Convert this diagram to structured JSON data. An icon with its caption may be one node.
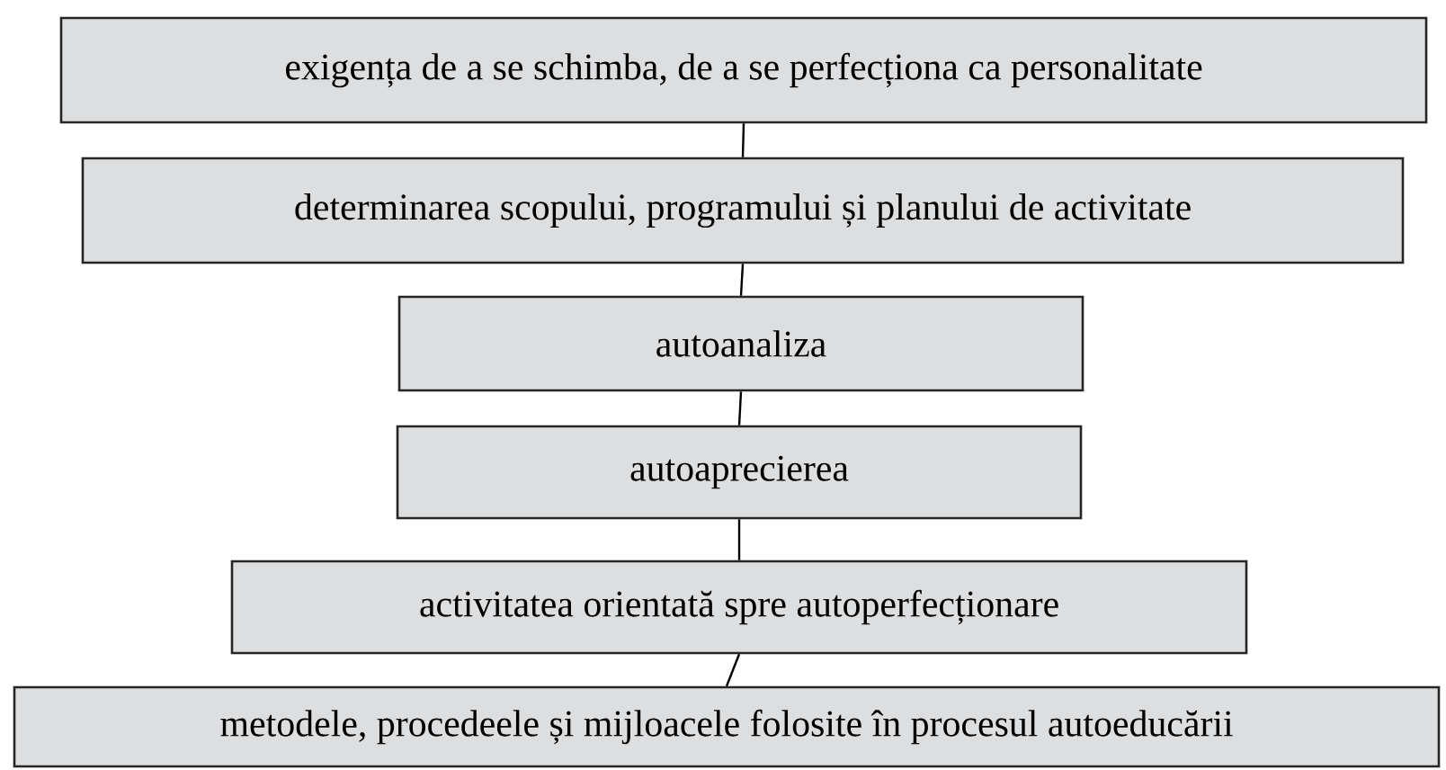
{
  "diagram": {
    "nodes": [
      {
        "text": [
          "exigența de a se schimba, de a se perfecționa ca personalitate"
        ]
      },
      {
        "text": [
          "determinarea scopului, programului și planului de activitate"
        ]
      },
      {
        "text": [
          "autoanaliza"
        ]
      },
      {
        "text": [
          "autoaprecierea"
        ]
      },
      {
        "text": [
          "activitatea orientată spre autoperfecționare"
        ]
      },
      {
        "text": [
          "metodele, procedeele și mijloacele folosite în procesul autoeducării"
        ]
      }
    ],
    "edges": [
      {
        "from": 0,
        "to": 1,
        "arrow": "none"
      },
      {
        "from": 1,
        "to": 2,
        "arrow": "none"
      },
      {
        "from": 2,
        "to": 3,
        "arrow": "none"
      },
      {
        "from": 3,
        "to": 4,
        "arrow": "none"
      },
      {
        "from": 4,
        "to": 5,
        "arrow": "none"
      }
    ]
  }
}
